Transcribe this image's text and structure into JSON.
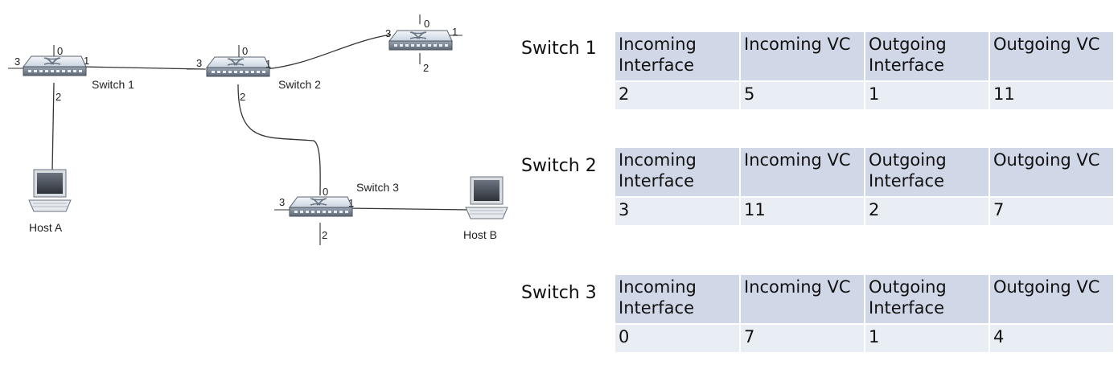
{
  "diagram": {
    "switches": [
      {
        "name": "Switch 1",
        "ports": [
          "0",
          "1",
          "2",
          "3"
        ]
      },
      {
        "name": "Switch 2",
        "ports": [
          "0",
          "1",
          "2",
          "3"
        ]
      },
      {
        "name": "Switch 3",
        "ports": [
          "0",
          "1",
          "2",
          "3"
        ]
      },
      {
        "name": "",
        "ports": [
          "0",
          "1",
          "2",
          "3"
        ]
      }
    ],
    "hosts": [
      {
        "name": "Host A"
      },
      {
        "name": "Host B"
      }
    ]
  },
  "tables": [
    {
      "switch": "Switch 1",
      "headers": [
        "Incoming Interface",
        "Incoming VC",
        "Outgoing Interface",
        "Outgoing VC"
      ],
      "row": [
        "2",
        "5",
        "1",
        "11"
      ]
    },
    {
      "switch": "Switch 2",
      "headers": [
        "Incoming Interface",
        "Incoming VC",
        "Outgoing Interface",
        "Outgoing VC"
      ],
      "row": [
        "3",
        "11",
        "2",
        "7"
      ]
    },
    {
      "switch": "Switch 3",
      "headers": [
        "Incoming Interface",
        "Incoming VC",
        "Outgoing Interface",
        "Outgoing VC"
      ],
      "row": [
        "0",
        "7",
        "1",
        "4"
      ]
    }
  ]
}
